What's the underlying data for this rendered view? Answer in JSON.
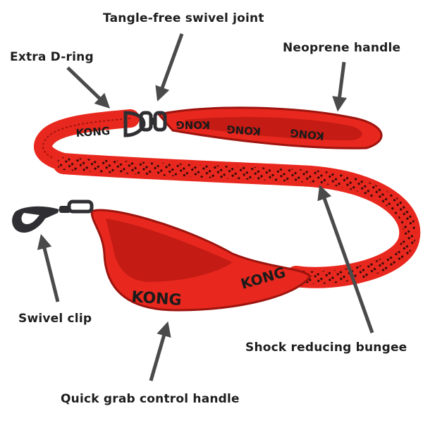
{
  "image": {
    "subject": "red dog leash with black hardware",
    "background_color": "#ffffff",
    "strap_color": "#e8281e",
    "strap_dark_color": "#b51812",
    "accent_color": "#1b1b1b",
    "hardware_color": "#2f2f33",
    "arrow_color": "#4a4a4a"
  },
  "callouts": {
    "swivel_joint": "Tangle-free swivel joint",
    "d_ring": "Extra D-ring",
    "neoprene_handle": "Neoprene handle",
    "swivel_clip": "Swivel clip",
    "bungee": "Shock reducing bungee",
    "grab_handle": "Quick grab control handle"
  },
  "brand_prints": {
    "upper_strap": [
      "KONG",
      "KONG",
      "KONG"
    ],
    "upper_strap_left": "KONG",
    "lower_handle": [
      "KONG",
      "KONG"
    ]
  }
}
